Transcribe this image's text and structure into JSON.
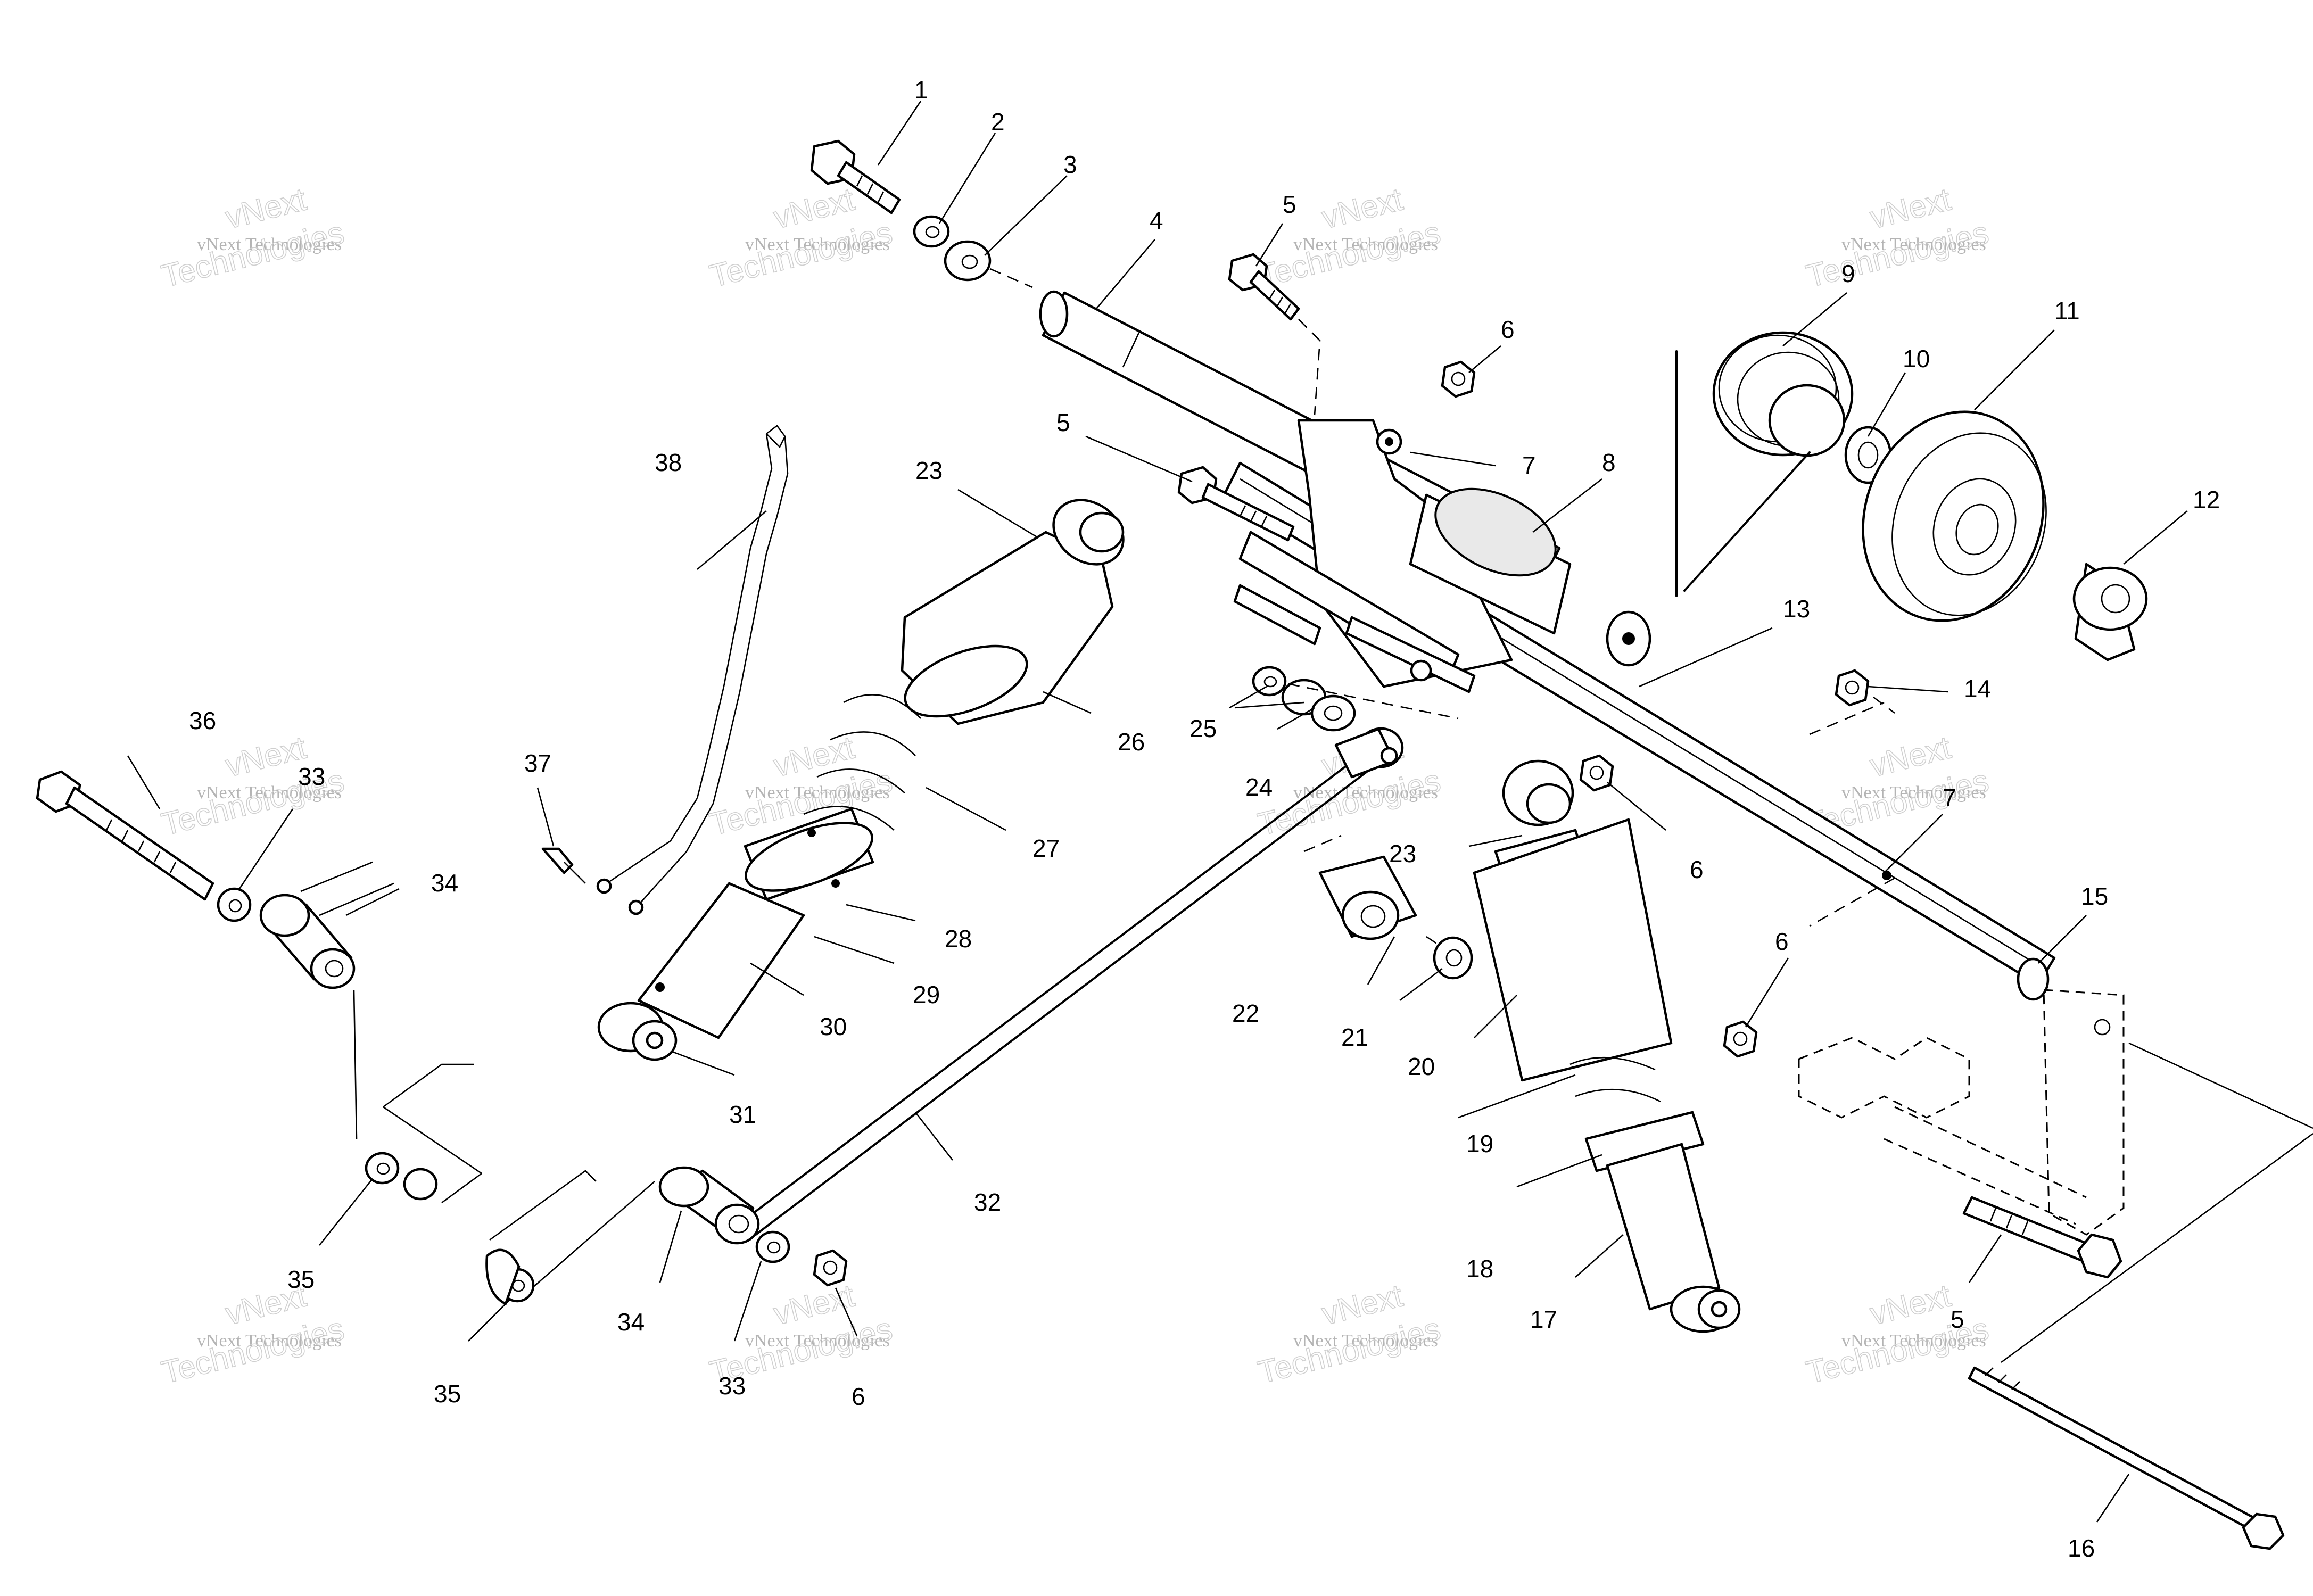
{
  "watermark": {
    "line1": "vNext",
    "line2": "vNext Technologies",
    "line3": "Technologies"
  },
  "labels": {
    "p1": "1",
    "p2": "2",
    "p3": "3",
    "p4": "4",
    "p5a": "5",
    "p5b": "5",
    "p5c": "5",
    "p6a": "6",
    "p6b": "6",
    "p6c": "6",
    "p6d": "6",
    "p7a": "7",
    "p7b": "7",
    "p8": "8",
    "p9": "9",
    "p10": "10",
    "p11": "11",
    "p12": "12",
    "p13": "13",
    "p14": "14",
    "p15": "15",
    "p16": "16",
    "p17": "17",
    "p18": "18",
    "p19": "19",
    "p20": "20",
    "p21": "21",
    "p22": "22",
    "p23a": "23",
    "p23b": "23",
    "p24": "24",
    "p25": "25",
    "p26": "26",
    "p27": "27",
    "p28": "28",
    "p29": "29",
    "p30": "30",
    "p31": "31",
    "p32": "32",
    "p33a": "33",
    "p33b": "33",
    "p34a": "34",
    "p34b": "34",
    "p35a": "35",
    "p35b": "35",
    "p36": "36",
    "p37": "37",
    "p38": "38"
  }
}
